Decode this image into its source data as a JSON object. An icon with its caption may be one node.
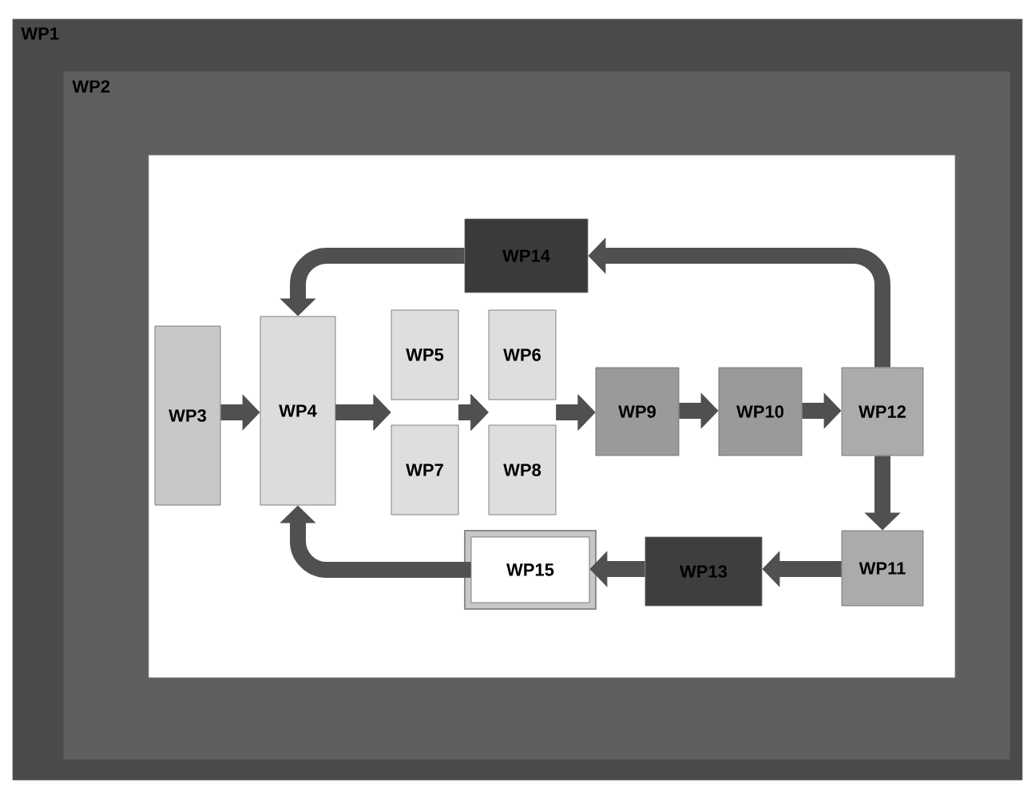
{
  "diagram": {
    "nodes": [
      {
        "text": [
          "WP1"
        ]
      },
      {
        "text": [
          "WP2"
        ],
        "in": 0
      },
      {
        "text": [
          "WP3"
        ],
        "in": 1
      },
      {
        "text": [
          "WP4"
        ],
        "in": 1
      },
      {
        "text": [
          "WP5"
        ],
        "in": 1
      },
      {
        "text": [
          "WP6"
        ],
        "in": 1
      },
      {
        "text": [
          "WP7"
        ],
        "in": 1
      },
      {
        "text": [
          "WP8"
        ],
        "in": 1
      },
      {
        "text": [
          "WP9"
        ],
        "in": 1
      },
      {
        "text": [
          "WP10"
        ],
        "in": 1
      },
      {
        "text": [
          "WP12"
        ],
        "in": 1
      },
      {
        "text": [
          "WP14"
        ],
        "in": 1
      },
      {
        "text": [
          "WP11"
        ],
        "in": 1
      },
      {
        "text": [
          "WP13"
        ],
        "in": 1
      },
      {
        "text": [
          "WP15"
        ],
        "in": 1
      }
    ],
    "edges": [
      {
        "from": 2,
        "to": 3,
        "arrow": "to"
      },
      {
        "from": 3,
        "to": 4,
        "arrow": "to"
      },
      {
        "from": 3,
        "to": 6,
        "arrow": "to"
      },
      {
        "from": 4,
        "to": 5,
        "arrow": "to"
      },
      {
        "from": 4,
        "to": 7,
        "arrow": "to"
      },
      {
        "from": 6,
        "to": 5,
        "arrow": "to"
      },
      {
        "from": 6,
        "to": 7,
        "arrow": "to"
      },
      {
        "from": 5,
        "to": 8,
        "arrow": "to"
      },
      {
        "from": 7,
        "to": 8,
        "arrow": "to"
      },
      {
        "from": 8,
        "to": 9,
        "arrow": "to"
      },
      {
        "from": 9,
        "to": 10,
        "arrow": "to"
      },
      {
        "from": 10,
        "to": 11,
        "arrow": "to"
      },
      {
        "from": 11,
        "to": 3,
        "arrow": "to"
      },
      {
        "from": 10,
        "to": 12,
        "arrow": "to"
      },
      {
        "from": 12,
        "to": 13,
        "arrow": "to"
      },
      {
        "from": 13,
        "to": 14,
        "arrow": "to"
      },
      {
        "from": 14,
        "to": 3,
        "arrow": "to"
      }
    ]
  }
}
